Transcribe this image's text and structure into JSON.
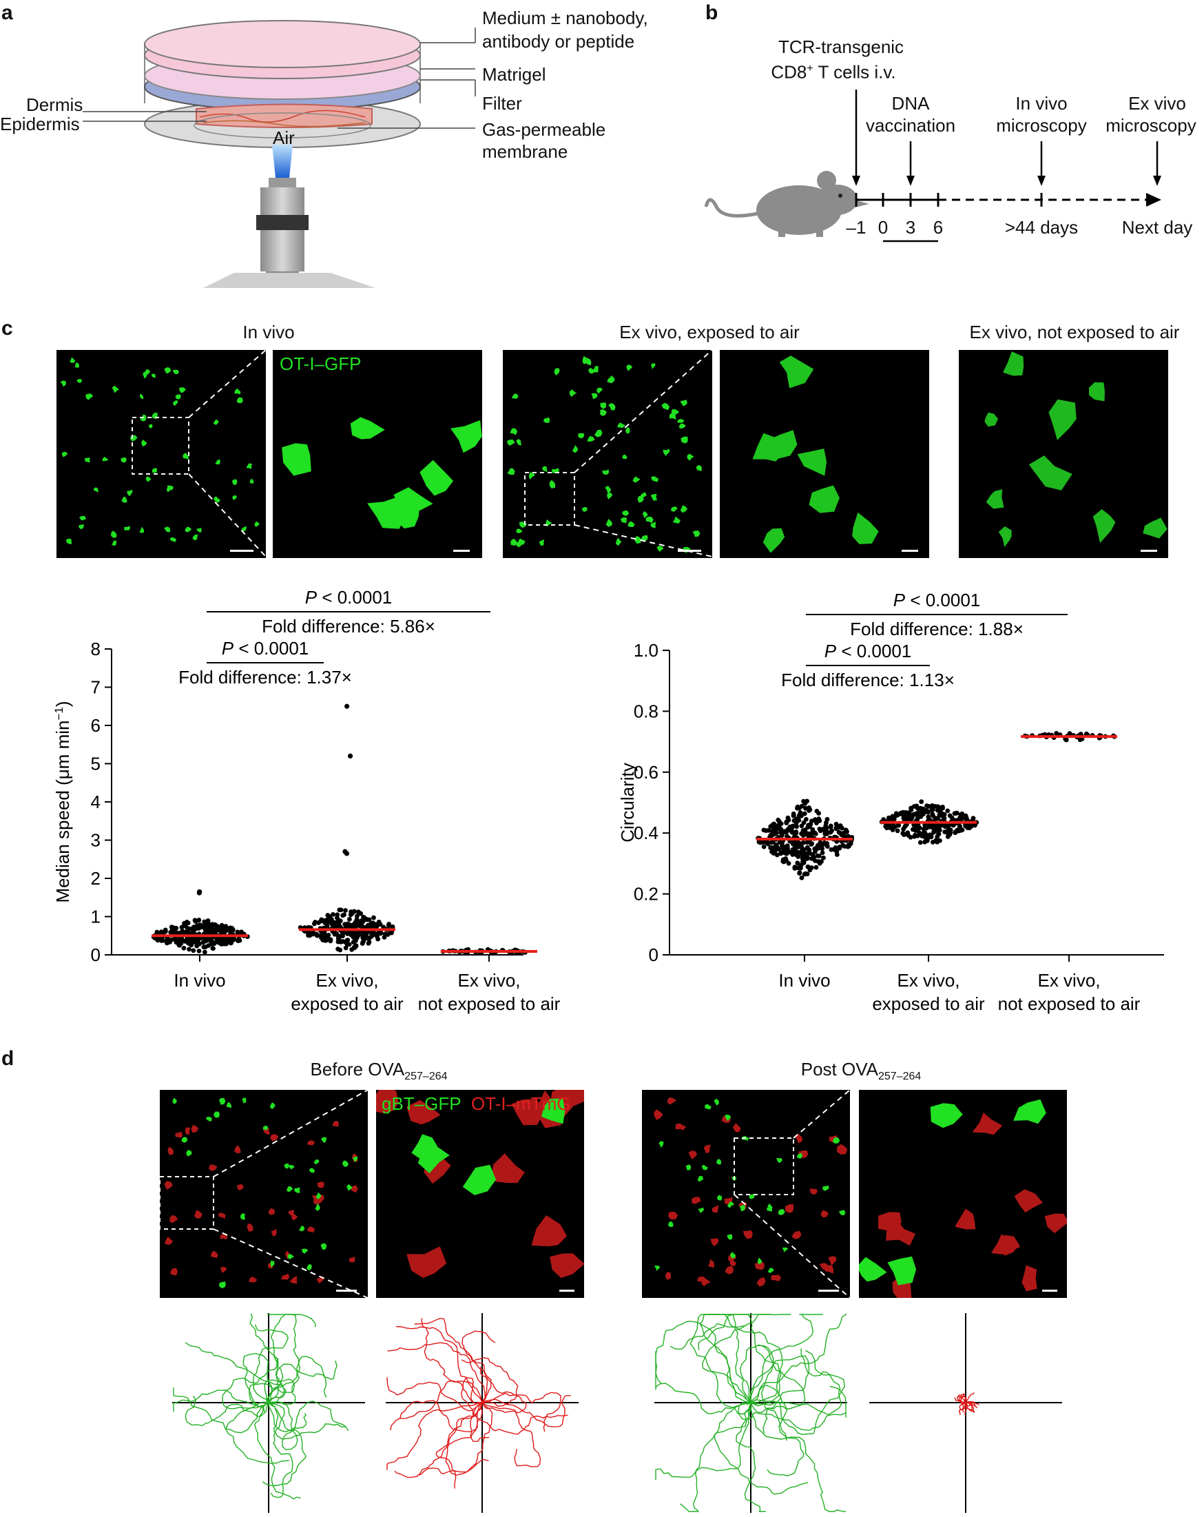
{
  "panel_a": {
    "letter": "a",
    "labels": {
      "medium": "Medium ± nanobody,\nantibody or peptide",
      "medium_line1": "Medium ± nanobody,",
      "medium_line2": "antibody or peptide",
      "matrigel": "Matrigel",
      "filter": "Filter",
      "gas_line1": "Gas-permeable",
      "gas_line2": "membrane",
      "dermis": "Dermis",
      "epidermis": "Epidermis",
      "air": "Air"
    }
  },
  "panel_b": {
    "letter": "b",
    "tcr_line1": "TCR-transgenic",
    "tcr_line2_main": "CD8",
    "tcr_line2_sup": "+",
    "tcr_line2_rest": " T cells i.v.",
    "dna_line1": "DNA",
    "dna_line2": "vaccination",
    "invivo_line1": "In vivo",
    "invivo_line2": "microscopy",
    "exvivo_line1": "Ex vivo",
    "exvivo_line2": "microscopy",
    "ticks": [
      "–1",
      "0",
      "3",
      "6"
    ],
    "later": ">44 days",
    "next": "Next day"
  },
  "panel_c": {
    "letter": "c",
    "titles": {
      "invivo": "In vivo",
      "exposed": "Ex vivo, exposed to air",
      "not_exposed": "Ex vivo, not exposed to air"
    },
    "channel_label": "OT-I–GFP",
    "green_color": "#22e022",
    "red_color": "#e02020"
  },
  "speed_chart": {
    "chart_data": {
      "type": "scatter",
      "categories": [
        "In vivo",
        "Ex vivo,\nexposed to air",
        "Ex vivo,\nnot exposed to air"
      ],
      "category_line1": [
        "In vivo",
        "Ex vivo,",
        "Ex vivo,"
      ],
      "category_line2": [
        "",
        "exposed to air",
        "not exposed to air"
      ],
      "ylabel": "Median speed (μm min",
      "ylabel_sup": "−1",
      "ylabel_close": ")",
      "ylim": [
        0,
        8
      ],
      "yticks": [
        "0",
        "1",
        "2",
        "3",
        "4",
        "5",
        "6",
        "7",
        "8"
      ],
      "medians": [
        0.5,
        0.66,
        0.09
      ],
      "outliers": [
        [
          1,
          6.5
        ],
        [
          1,
          5.2
        ],
        [
          1,
          2.7
        ],
        [
          1,
          2.65
        ],
        [
          0,
          1.65
        ],
        [
          0,
          1.62
        ]
      ],
      "median_color": "#e8201a"
    },
    "sig1_p": "P < 0.0001",
    "sig1_fold": "Fold difference: 1.37×",
    "sig2_p": "P < 0.0001",
    "sig2_fold": "Fold difference: 5.86×"
  },
  "circ_chart": {
    "chart_data": {
      "type": "scatter",
      "categories": [
        "In vivo",
        "Ex vivo,\nexposed to air",
        "Ex vivo,\nnot exposed to air"
      ],
      "category_line1": [
        "In vivo",
        "Ex vivo,",
        "Ex vivo,"
      ],
      "category_line2": [
        "",
        "exposed to air",
        "not exposed to air"
      ],
      "ylabel": "Circularity",
      "ylim": [
        0,
        1.0
      ],
      "yticks": [
        "0",
        "0.2",
        "0.4",
        "0.6",
        "0.8",
        "1.0"
      ],
      "medians": [
        0.38,
        0.435,
        0.717
      ],
      "median_color": "#e8201a"
    },
    "sig1_p": "P < 0.0001",
    "sig1_fold": "Fold difference: 1.13×",
    "sig2_p": "P < 0.0001",
    "sig2_fold": "Fold difference: 1.88×"
  },
  "panel_d": {
    "letter": "d",
    "before_main": "Before OVA",
    "before_sub": "257–264",
    "post_main": "Post OVA",
    "post_sub": "257–264",
    "label_green": "gBT–GFP",
    "label_red": "OT-I–mTmG"
  }
}
